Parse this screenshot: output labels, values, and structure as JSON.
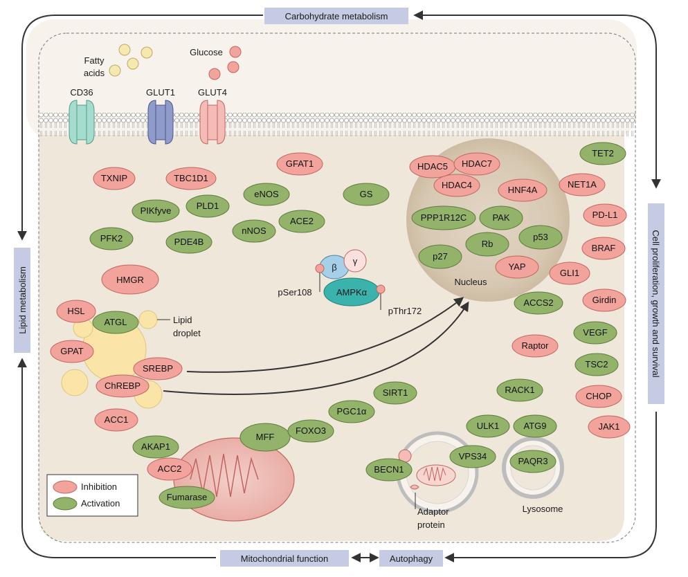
{
  "processes": {
    "top": "Carbohydrate metabolism",
    "left": "Lipid metabolism",
    "right": "Cell proliferation, growth and survival",
    "bottom_left": "Mitochondrial function",
    "bottom_right": "Autophagy"
  },
  "colors": {
    "inhibition": "#f2a39c",
    "activation": "#94b36a",
    "label_box": "#c5cbe2",
    "cytoplasm": "#f0ebe0"
  },
  "membrane": {
    "transporters": [
      "CD36",
      "GLUT1",
      "GLUT4"
    ],
    "metabolites": [
      "Fatty acids",
      "Glucose"
    ]
  },
  "nodes": {
    "TXNIP": "TXNIP",
    "TBC1D1": "TBC1D1",
    "GFAT1": "GFAT1",
    "PIKfyve": "PIKfyve",
    "PLD1": "PLD1",
    "eNOS": "eNOS",
    "GS": "GS",
    "PFK2": "PFK2",
    "PDE4B": "PDE4B",
    "nNOS": "nNOS",
    "ACE2": "ACE2",
    "HMGR": "HMGR",
    "HSL": "HSL",
    "ATGL": "ATGL",
    "GPAT": "GPAT",
    "SREBP": "SREBP",
    "ChREBP": "ChREBP",
    "ACC1": "ACC1",
    "AKAP1": "AKAP1",
    "ACC2": "ACC2",
    "Fumarase": "Fumarase",
    "MFF": "MFF",
    "FOXO3": "FOXO3",
    "PGC1a": "PGC1α",
    "SIRT1": "SIRT1",
    "HDAC5": "HDAC5",
    "HDAC7": "HDAC7",
    "HDAC4": "HDAC4",
    "HNF4A": "HNF4A",
    "PPP1R12C": "PPP1R12C",
    "PAK": "PAK",
    "Rb": "Rb",
    "p53": "p53",
    "p27": "p27",
    "YAP": "YAP",
    "TET2": "TET2",
    "NET1A": "NET1A",
    "PDL1": "PD-L1",
    "BRAF": "BRAF",
    "GLI1": "GLI1",
    "Girdin": "Girdin",
    "ACCS2": "ACCS2",
    "VEGF": "VEGF",
    "Raptor": "Raptor",
    "TSC2": "TSC2",
    "CHOP": "CHOP",
    "JAK1": "JAK1",
    "RACK1": "RACK1",
    "ULK1": "ULK1",
    "ATG9": "ATG9",
    "VPS34": "VPS34",
    "BECN1": "BECN1",
    "PAQR3": "PAQR3"
  },
  "ampk": {
    "beta": "β",
    "gamma": "γ",
    "alpha": "AMPKα",
    "pSer108": "pSer108",
    "pThr172": "pThr172"
  },
  "labels": {
    "nucleus": "Nucleus",
    "lipid_droplet": [
      "Lipid",
      "droplet"
    ],
    "adaptor_protein": [
      "Adaptor",
      "protein"
    ],
    "lysosome": "Lysosome"
  },
  "legend": {
    "inhibition": "Inhibition",
    "activation": "Activation"
  }
}
